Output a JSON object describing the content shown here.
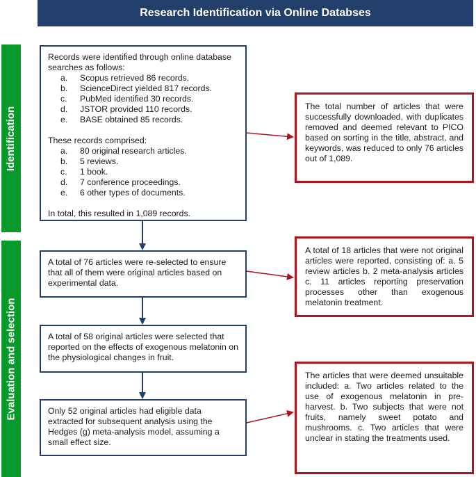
{
  "title": "Research Identification via Online Databses",
  "phases": {
    "identification": "Identification",
    "evaluation": "Evaluation and selection"
  },
  "records_box": {
    "intro": "Records were identified through online database searches as follows:",
    "sources": [
      {
        "marker": "a.",
        "text": "Scopus retrieved 86 records."
      },
      {
        "marker": "b.",
        "text": "ScienceDirect yielded 817 records."
      },
      {
        "marker": "c.",
        "text": "PubMed identified 30 records."
      },
      {
        "marker": "d.",
        "text": "JSTOR provided 110 records."
      },
      {
        "marker": "e.",
        "text": "BASE obtained 85 records."
      }
    ],
    "comprised_intro": "These records comprised:",
    "types": [
      {
        "marker": "a.",
        "text": "80 original research articles."
      },
      {
        "marker": "b.",
        "text": "5 reviews."
      },
      {
        "marker": "c.",
        "text": "1 book."
      },
      {
        "marker": "d.",
        "text": "7 conference proceedings."
      },
      {
        "marker": "e.",
        "text": "6 other types of documents."
      }
    ],
    "total": "In total, this resulted in 1,089 records."
  },
  "download_box": "The total number of articles that were successfully downloaded, with duplicates removed and deemed relevant to PICO based on sorting in the title, abstract, and keywords, was reduced to only 76 articles out of 1,089.",
  "reselect_box": "A total of 76 articles were re-selected to ensure that all of them were original articles based on experimental data.",
  "excluded_18_box": "A total of 18 articles that were not original articles were reported, consisting of: a. 5 review articles b. 2 meta-analysis articles c. 11 articles reporting preservation processes other than exogenous melatonin treatment.",
  "selected_58_box": "A total of 58 original articles were selected that reported on the effects of exogenous melatonin on the physiological changes in fruit.",
  "eligible_52_box": "Only 52 original articles had eligible data extracted for subsequent analysis using the Hedges (g) meta-analysis model, assuming a small effect size.",
  "unsuitable_box": "The articles that were deemed unsuitable included: a. Two articles related to the use of exogenous melatonin in pre-harvest. b. Two subjects that were not fruits, namely sweet potato and mushrooms. c. Two articles that were unclear in stating the treatments used.",
  "colors": {
    "banner": "#223e6a",
    "phase": "#0a9a2b",
    "box_border": "#223e6a",
    "exclusion_border": "#b3121b"
  }
}
